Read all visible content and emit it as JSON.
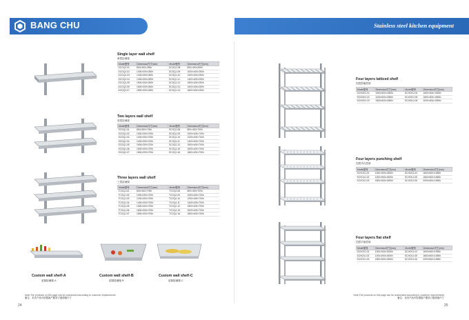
{
  "brand": {
    "name": "BANG CHU",
    "accent": "#2d6cbc"
  },
  "header": {
    "title": "Stainless steel kitchen equipment"
  },
  "left_page": {
    "single_shelf": {
      "title": "Single layer wall shelf",
      "subtitle": "单层挂墙架",
      "headers": [
        "Model型号",
        "Dimension尺寸(mm)",
        "Model型号",
        "Dimension尺寸(mm)"
      ],
      "rows": [
        [
          "DCGQJ-01",
          "800×300×250h",
          "DCGQJ-08",
          "800×400×250h"
        ],
        [
          "DCGQJ-02",
          "1000×300×250h",
          "DCGQJ-09",
          "1000×400×250h"
        ],
        [
          "DCGQJ-03",
          "1200×300×250h",
          "DCGQJ-10",
          "1200×400×250h"
        ],
        [
          "DCGQJ-04",
          "1400×300×250h",
          "DCGQJ-11",
          "1400×400×250h"
        ],
        [
          "DCGQJ-05",
          "1500×300×250h",
          "DCGQJ-12",
          "1500×400×250h"
        ],
        [
          "DCGQJ-06",
          "1600×300×250h",
          "DCGQJ-13",
          "1600×400×250h"
        ],
        [
          "DCGQJ-07",
          "1800×300×250h",
          "DCGQJ-14",
          "1800×400×250h"
        ]
      ]
    },
    "two_shelf": {
      "title": "Two layers wall shelf",
      "subtitle": "双层挂墙架",
      "headers": [
        "Model型号",
        "Dimension尺寸(mm)",
        "Model型号",
        "Dimension尺寸(mm)"
      ],
      "rows": [
        [
          "SCGQJ-01",
          "800×300×700h",
          "SCGQJ-08",
          "800×400×700h"
        ],
        [
          "SCGQJ-02",
          "1000×300×700h",
          "SCGQJ-09",
          "1000×400×700h"
        ],
        [
          "SCGQJ-03",
          "1200×300×700h",
          "SCGQJ-10",
          "1200×400×700h"
        ],
        [
          "SCGQJ-04",
          "1400×300×700h",
          "SCGQJ-11",
          "1400×400×700h"
        ],
        [
          "SCGQJ-05",
          "1500×300×700h",
          "SCGQJ-12",
          "1500×400×700h"
        ],
        [
          "SCGQJ-06",
          "1600×300×700h",
          "SCGQJ-15",
          "1600×400×700h"
        ],
        [
          "SCGQJ-07",
          "1800×300×700h",
          "SCGQJ-16",
          "1800×400×700h"
        ]
      ]
    },
    "three_shelf": {
      "title": "Three layers wall shelf",
      "subtitle": "三层挂墙架",
      "headers": [
        "Model型号",
        "Dimension尺寸(mm)",
        "Model型号",
        "Dimension尺寸(mm)"
      ],
      "rows": [
        [
          "TCGQJ-01",
          "800×300×700h",
          "TCGQJ-08",
          "800×400×700h"
        ],
        [
          "TCGQJ-02",
          "1000×300×700h",
          "TCGQJ-09",
          "1000×400×700h"
        ],
        [
          "TCGQJ-03",
          "1200×300×700h",
          "TCGQJ-10",
          "1200×400×700h"
        ],
        [
          "TCGQJ-04",
          "1400×300×700h",
          "TCGQJ-11",
          "1400×400×700h"
        ],
        [
          "TCGQJ-05",
          "1500×300×700h",
          "TCGQJ-12",
          "1500×400×700h"
        ],
        [
          "TCGQJ-06",
          "1600×300×700h",
          "TCGQJ-15",
          "1600×400×700h"
        ],
        [
          "TCGQJ-07",
          "1800×300×700h",
          "TCGQJ-16",
          "1800×400×700h"
        ]
      ]
    },
    "custom": [
      {
        "title": "Custom wall shelf-A",
        "subtitle": "定制挂墙架-A"
      },
      {
        "title": "Custom wall shelf-B",
        "subtitle": "定制挂墙架-B"
      },
      {
        "title": "Custom wall shelf-C",
        "subtitle": "定制挂墙架-C"
      }
    ],
    "note_en": "Note:The products on this page can be customized according to customer requirements",
    "note_cn": "备注：本页产品可依据客户要求订做规格尺寸",
    "page_number": "24"
  },
  "right_page": {
    "latticed": {
      "title": "Four layers latticed shelf",
      "subtitle": "四层层格层架",
      "headers": [
        "Model型号",
        "Dimension尺寸(mm)",
        "Model型号",
        "Dimension尺寸(mm)"
      ],
      "rows": [
        [
          "SCHGHJ-01",
          "1000×500×1550h",
          "SCHGHJ-04",
          "1600×500×1550h"
        ],
        [
          "SCHGHJ-02",
          "1200×500×1550h",
          "SCHGHJ-05",
          "1800×500×1550h"
        ],
        [
          "SCHGHJ-03",
          "1500×500×1550h",
          "SCHGHJ-06",
          "2000×500×1550h"
        ]
      ]
    },
    "punching": {
      "title": "Four layers punching shelf",
      "subtitle": "四层冲孔层架",
      "headers": [
        "Model型号",
        "Dimension尺寸(mm)",
        "Model型号",
        "Dimension尺寸(mm)"
      ],
      "rows": [
        [
          "SCHCKJ-01",
          "1000×500×1550h",
          "SCHCKJ-04",
          "1600×500×1550h"
        ],
        [
          "SCHCKJ-02",
          "1200×500×1550h",
          "SCHCKJ-05",
          "1800×500×1550h"
        ],
        [
          "SCHCKJ-03",
          "1500×500×1550h",
          "SCHCKJ-06",
          "2000×500×1550h"
        ]
      ]
    },
    "flat": {
      "title": "Four layers flat shelf",
      "subtitle": "四层平板层架",
      "headers": [
        "Model型号",
        "Dimension尺寸(mm)",
        "Model型号",
        "Dimension尺寸(mm)"
      ],
      "rows": [
        [
          "SCHCKJ-01",
          "1000×500×1550h",
          "SCHCKJ-04",
          "1600×500×1550h"
        ],
        [
          "SCHCKJ-02",
          "1200×500×1550h",
          "SCHCKJ-05",
          "1800×500×1550h"
        ],
        [
          "SCHCKJ-03",
          "1500×500×1550h",
          "SCHCKJ-06",
          "2000×500×1550h"
        ]
      ]
    },
    "note_en": "Note:The products on this page can be customized according to customer requirements",
    "note_cn": "备注：本页产品可依据客户要求订做规格尺寸",
    "page_number": "25"
  }
}
